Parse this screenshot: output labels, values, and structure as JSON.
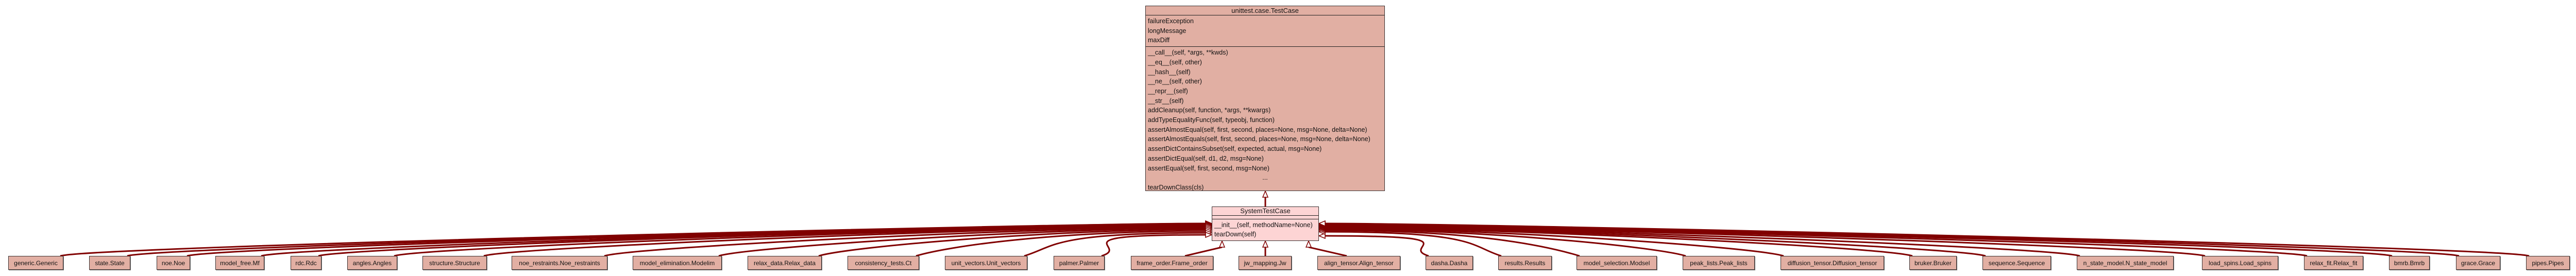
{
  "colors": {
    "edge": "#800000",
    "base_fill": "#e1afa3",
    "focus_fill": "#fdd4d4",
    "leaf_fill": "#e2afa3"
  },
  "base_class": {
    "title": "unittest.case.TestCase",
    "attributes": [
      "failureException",
      "longMessage",
      "maxDiff"
    ],
    "methods": [
      "__call__(self, *args, **kwds)",
      "__eq__(self, other)",
      "__hash__(self)",
      "__ne__(self, other)",
      "__repr__(self)",
      "__str__(self)",
      "addCleanup(self, function, *args, **kwargs)",
      "addTypeEqualityFunc(self, typeobj, function)",
      "assertAlmostEqual(self, first, second, places=None, msg=None, delta=None)",
      "assertAlmostEquals(self, first, second, places=None, msg=None, delta=None)",
      "assertDictContainsSubset(self, expected, actual, msg=None)",
      "assertDictEqual(self, d1, d2, msg=None)",
      "assertEqual(self, first, second, msg=None)",
      "...",
      "tearDownClass(cls)"
    ]
  },
  "focus_class": {
    "title": "SystemTestCase",
    "attributes": [],
    "methods": [
      "__init__(self, methodName=None)",
      "tearDown(self)"
    ]
  },
  "subclasses": [
    "generic.Generic",
    "state.State",
    "noe.Noe",
    "model_free.Mf",
    "rdc.Rdc",
    "angles.Angles",
    "structure.Structure",
    "noe_restraints.Noe_restraints",
    "model_elimination.Modelim",
    "relax_data.Relax_data",
    "consistency_tests.Ct",
    "unit_vectors.Unit_vectors",
    "palmer.Palmer",
    "frame_order.Frame_order",
    "jw_mapping.Jw",
    "align_tensor.Align_tensor",
    "dasha.Dasha",
    "results.Results",
    "model_selection.Modsel",
    "peak_lists.Peak_lists",
    "diffusion_tensor.Diffusion_tensor",
    "bruker.Bruker",
    "sequence.Sequence",
    "n_state_model.N_state_model",
    "load_spins.Load_spins",
    "relax_fit.Relax_fit",
    "bmrb.Bmrb",
    "grace.Grace",
    "pipes.Pipes"
  ]
}
